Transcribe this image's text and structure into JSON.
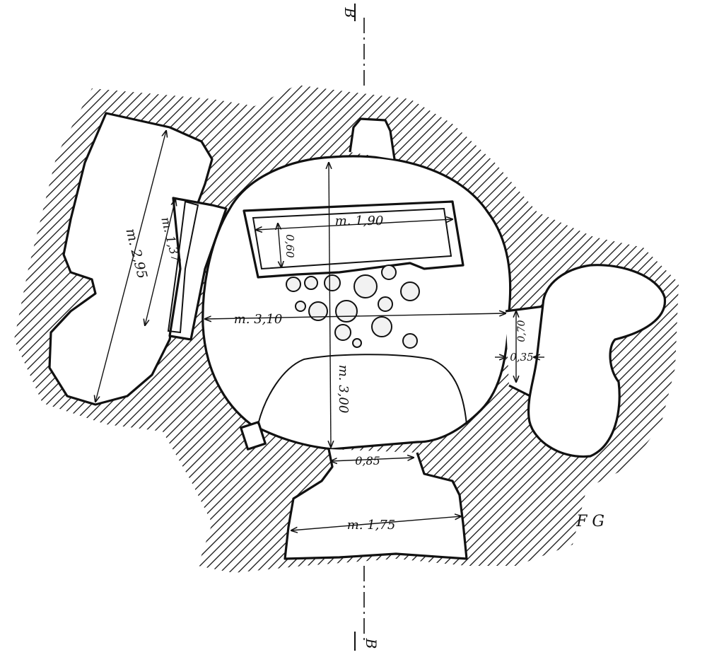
{
  "section_marks": {
    "top": "B",
    "bottom": "B"
  },
  "initials": "F G",
  "dimensions": {
    "left_chamber_length": "m. 2,95",
    "left_passage_length": "m. 1,37",
    "bench_length": "m. 1,90",
    "bench_width": "0,60",
    "main_width": "m. 3,10",
    "main_depth": "m. 3,00",
    "right_passage_width": "0,70",
    "right_passage_depth": "0,35",
    "entrance_passage": "0,85",
    "vestibule_width": "m. 1,75"
  },
  "colors": {
    "ink": "#111111",
    "paper": "#ffffff"
  }
}
